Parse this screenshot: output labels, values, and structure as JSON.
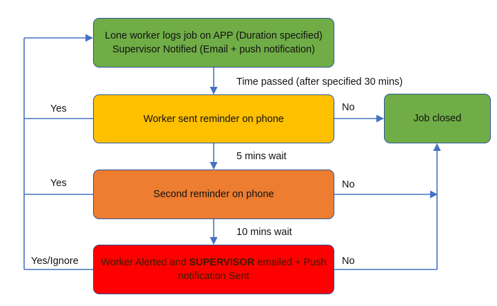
{
  "nodes": {
    "start": {
      "line1": "Lone worker logs job on APP (Duration specified)",
      "line2": "Supervisor Notified (Email + push notification)"
    },
    "reminder1": {
      "text": "Worker sent reminder on phone"
    },
    "reminder2": {
      "text": "Second reminder on phone"
    },
    "alert": {
      "prefix": "Worker Alerted and ",
      "emphasis": "SUPERVISOR",
      "suffix": " emailed + Push",
      "line2": "notification Sent"
    },
    "closed": {
      "text": "Job closed"
    }
  },
  "edges": {
    "time_passed": "Time passed (after specified 30 mins)",
    "wait5": "5 mins wait",
    "wait10": "10 mins wait",
    "yes1": "Yes",
    "yes2": "Yes",
    "yes3": "Yes/Ignore",
    "no1": "No",
    "no2": "No",
    "no3": "No"
  },
  "colors": {
    "start": "#70ad47",
    "reminder1": "#ffc000",
    "reminder2": "#ed7d31",
    "alert": "#ff0000",
    "closed": "#70ad47",
    "connector": "#4472c4"
  }
}
